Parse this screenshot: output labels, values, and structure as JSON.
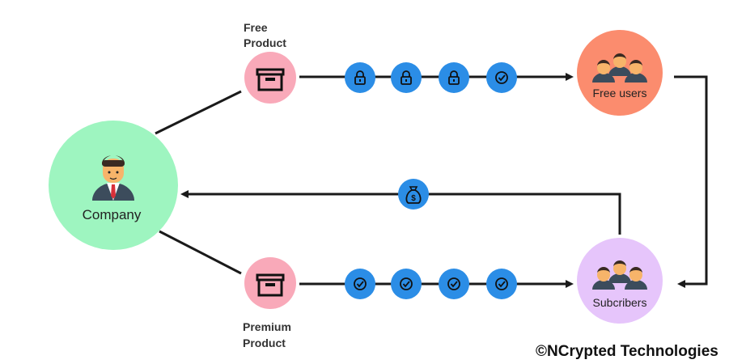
{
  "nodes": {
    "company": {
      "label": "Company",
      "color": "#9ef5c0"
    },
    "free_product": {
      "label_line1": "Free",
      "label_line2": "Product",
      "color": "#f9a9b9"
    },
    "premium_product": {
      "label_line1": "Premium",
      "label_line2": "Product",
      "color": "#f9a9b9"
    },
    "free_users": {
      "label": "Free users",
      "color": "#fb8c6e"
    },
    "subscribers": {
      "label": "Subcribers",
      "color": "#e6c5fb"
    }
  },
  "steps": {
    "top": [
      "lock-icon",
      "lock-icon",
      "lock-icon",
      "check-icon"
    ],
    "bottom": [
      "check-icon",
      "check-icon",
      "check-icon",
      "check-icon"
    ],
    "payment": "money-bag-icon",
    "color": "#2b8de6"
  },
  "copyright": "©NCrypted Technologies",
  "colors": {
    "line": "#1a1a1a",
    "person_skin": "#f7b46a",
    "person_hair": "#3a2a22",
    "person_suit": "#3c4c5c",
    "tie": "#d9303a"
  }
}
